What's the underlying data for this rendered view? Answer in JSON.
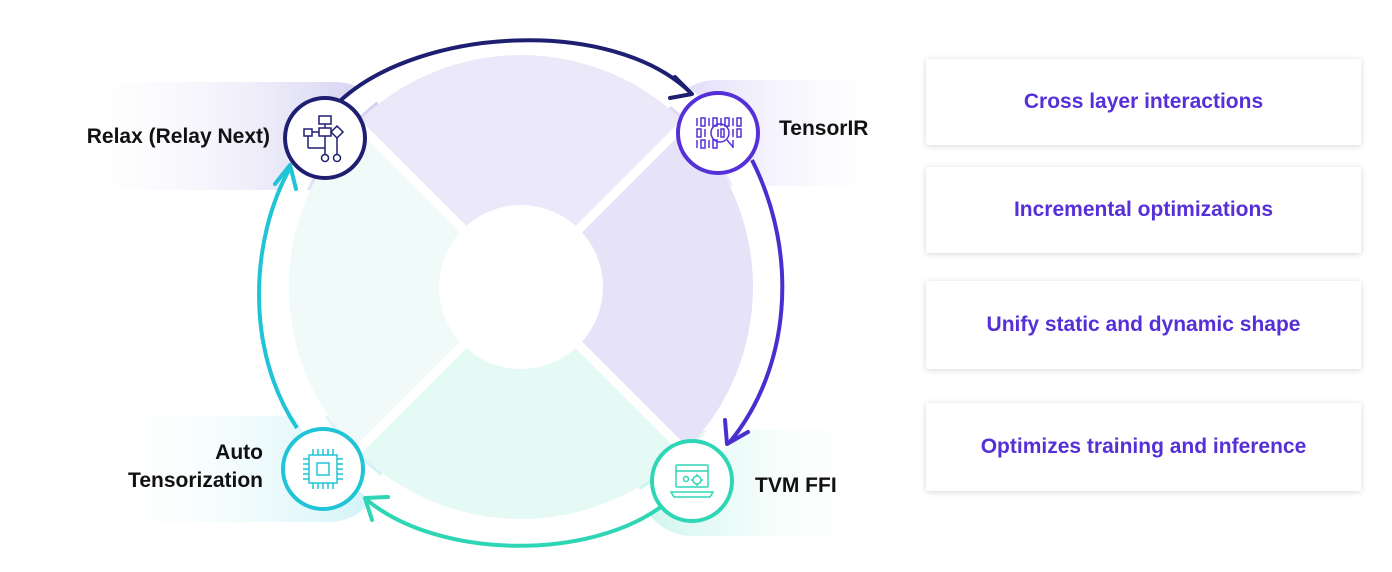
{
  "nodes": {
    "relax": {
      "label": "Relax (Relay Next)",
      "icon": "flowchart-icon",
      "color": "#1f1f72"
    },
    "tensorir": {
      "label": "TensorIR",
      "icon": "binary-magnifier-icon",
      "color": "#5530d8"
    },
    "tvm_ffi": {
      "label": "TVM FFI",
      "icon": "laptop-gear-icon",
      "color": "#2fd6b6"
    },
    "auto_tensorization": {
      "label_line1": "Auto",
      "label_line2": "Tensorization",
      "icon": "chip-icon",
      "color": "#1fc4d6"
    }
  },
  "benefits": [
    {
      "text": "Cross layer interactions"
    },
    {
      "text": "Incremental optimizations"
    },
    {
      "text": "Unify static and dynamic shape"
    },
    {
      "text": "Optimizes training and inference"
    }
  ],
  "colors": {
    "benefit_text": "#5530d8",
    "purple_quadrant": "#ebe8fa",
    "teal_quadrant": "#e6faf5",
    "arrow_navy": "#1f1f72",
    "arrow_purple": "#4a2fd0",
    "arrow_teal": "#2fd6b6",
    "arrow_cyan": "#1fc4d6"
  }
}
